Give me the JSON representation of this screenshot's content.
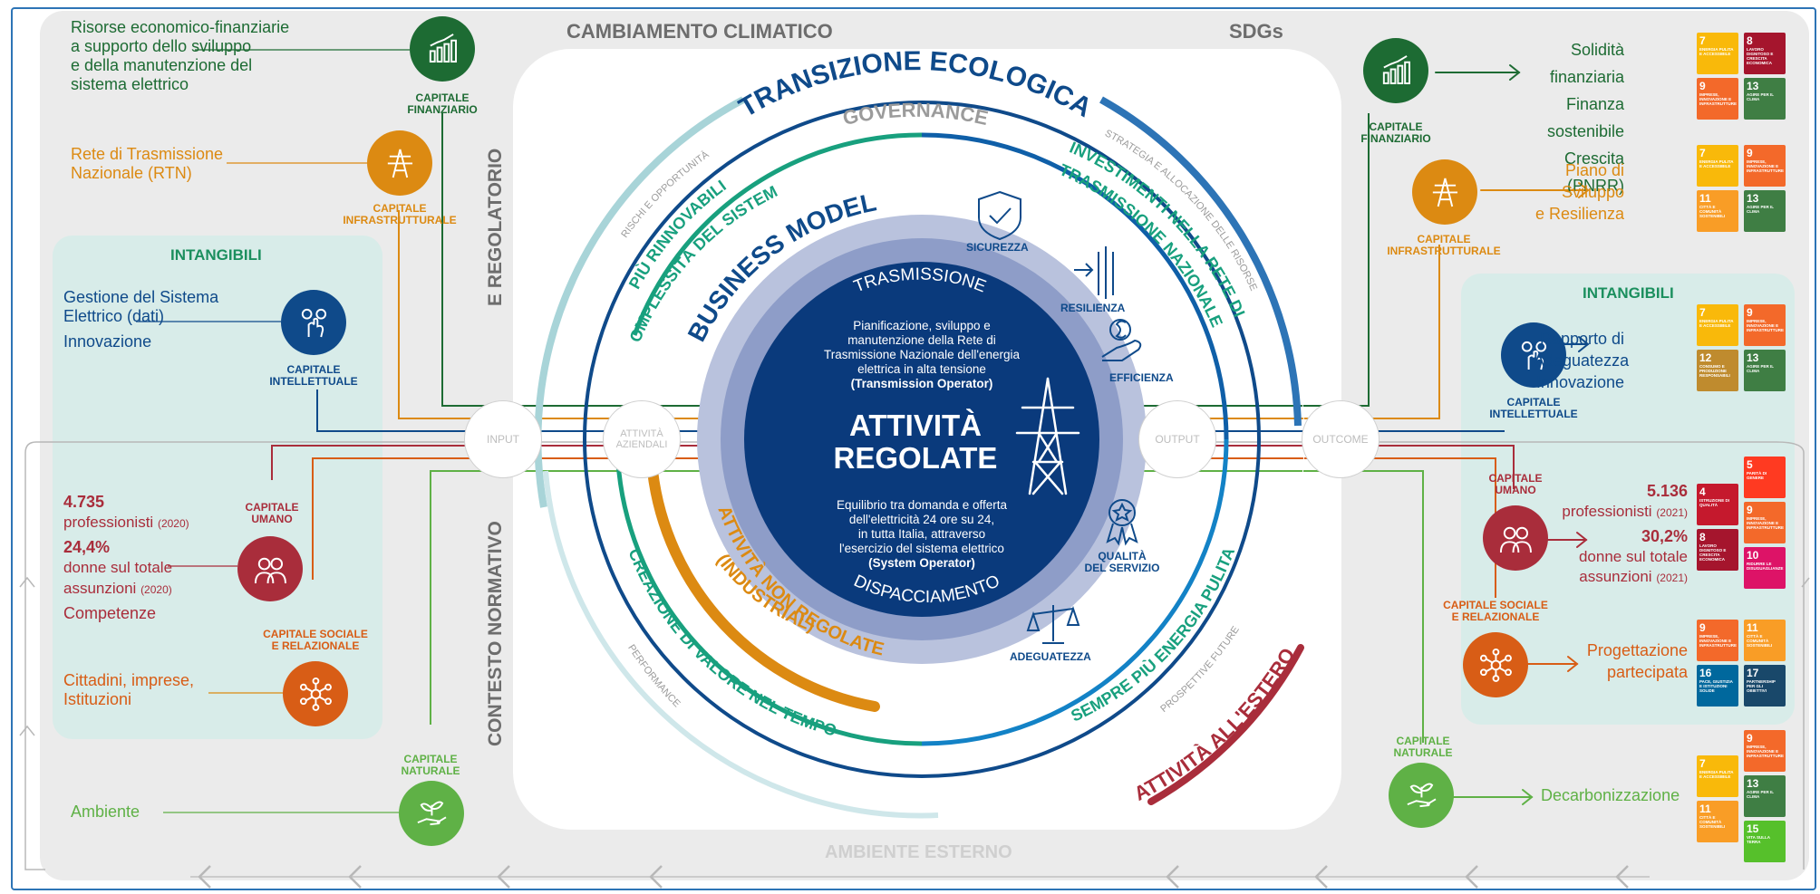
{
  "colors": {
    "finanziario": "#1d6b33",
    "infrastrutturale": "#dc8a12",
    "intellettuale": "#0f4a8a",
    "umano": "#a92d3b",
    "sociale": "#d85d16",
    "naturale": "#5fb146",
    "core": "#0a3a7c",
    "teal": "#18a07e",
    "frame": "#2d74b6"
  },
  "headers": {
    "climate": "CAMBIAMENTO CLIMATICO",
    "sdgs": "SDGs",
    "external": "AMBIENTE ESTERNO",
    "regulatory_top": "E REGOLATORIO",
    "regulatory_bottom": "CONTESTO NORMATIVO",
    "intangibili_left": "INTANGIBILI",
    "intangibili_right": "INTANGIBILI"
  },
  "left": {
    "finanziario": {
      "text": "Risorse economico-finanziarie\na supporto dello sviluppo\ne della manutenzione del\nsistema elettrico",
      "label": "CAPITALE\nFINANZIARIO",
      "icon": "chart-icon"
    },
    "infrastrutturale": {
      "text": "Rete di Trasmissione\nNazionale (RTN)",
      "label": "CAPITALE\nINFRASTRUTTURALE",
      "icon": "pylon-icon"
    },
    "intellettuale": {
      "text1": "Gestione del Sistema\nElettrico (dati)",
      "text2": "Innovazione",
      "label": "CAPITALE\nINTELLETTUALE",
      "icon": "gears-hand-icon"
    },
    "umano": {
      "n1": "4.735",
      "l1": "professionisti",
      "y1": "(2020)",
      "n2": "24,4%",
      "l2": "donne sul totale",
      "l3": "assunzioni",
      "y2": "(2020)",
      "l4": "Competenze",
      "label": "CAPITALE\nUMANO",
      "icon": "people-icon"
    },
    "sociale": {
      "text": "Cittadini, imprese,\nIstituzioni",
      "label": "CAPITALE SOCIALE\nE RELAZIONALE",
      "icon": "network-icon"
    },
    "naturale": {
      "text": "Ambiente",
      "label": "CAPITALE\nNATURALE",
      "icon": "plant-hand-icon"
    }
  },
  "right": {
    "finanziario": {
      "lines": [
        "Solidità finanziaria",
        "Finanza sostenibile",
        "Crescita (PNRR)"
      ],
      "label": "CAPITALE\nFINANZIARIO",
      "icon": "chart-icon"
    },
    "infrastrutturale": {
      "text": "Piano di Sviluppo\ne Resilienza",
      "label": "CAPITALE\nINFRASTRUTTURALE",
      "icon": "pylon-icon"
    },
    "intellettuale": {
      "text": "Rapporto di\nAdeguatezza\nInnovazione",
      "label": "CAPITALE\nINTELLETTUALE",
      "icon": "gears-hand-icon"
    },
    "umano": {
      "n1": "5.136",
      "l1": "professionisti",
      "y1": "(2021)",
      "n2": "30,2%",
      "l2": "donne sul totale",
      "l3": "assunzioni",
      "y2": "(2021)",
      "label": "CAPITALE\nUMANO",
      "icon": "people-icon"
    },
    "sociale": {
      "text": "Progettazione\npartecipata",
      "label": "CAPITALE SOCIALE\nE RELAZIONALE",
      "icon": "network-icon"
    },
    "naturale": {
      "text": "Decarbonizzazione",
      "label": "CAPITALE\nNATURALE",
      "icon": "plant-hand-icon"
    }
  },
  "nodes": {
    "input": "INPUT",
    "attivita": "ATTIVITÀ\nAZIENDALI",
    "output": "OUTPUT",
    "outcome": "OUTCOME"
  },
  "rings": {
    "transizione": "TRANSIZIONE ECOLOGICA",
    "governance": "GOVERNANCE",
    "rischi": "RISCHI E OPPORTUNITÀ",
    "strategia": "STRATEGIA E ALLOCAZIONE DELLE RISORSE",
    "performance": "PERFORMANCE",
    "prospettive": "PROSPETTIVE FUTURE",
    "rinnovabili1": "PIÙ RINNOVABILI",
    "rinnovabili2": "COMPLESSITÀ DEL SISTEMA",
    "investimenti1": "INVESTIMENTI NELLA RETE DI",
    "investimenti2": "TRASMISSIONE NAZIONALE",
    "creazione": "CREAZIONE DI VALORE NEL TEMPO",
    "sempre": "SEMPRE PIÙ ENERGIA PULITA",
    "business": "BUSINESS MODEL",
    "non_regolate1": "ATTIVITÀ NON REGOLATE",
    "non_regolate2": "(INDUSTRIAL)",
    "estero": "ATTIVITÀ ALL'ESTERO",
    "trasmissione": "TRASMISSIONE",
    "dispacciamento": "DISPACCIAMENTO"
  },
  "core": {
    "top_text": "Pianificazione, sviluppo e\nmanutenzione della Rete di\nTrasmissione Nazionale dell'energia\nelettrica in alta tensione",
    "top_bold": "(Transmission Operator)",
    "title": "ATTIVITÀ\nREGOLATE",
    "bottom_text": "Equilibrio tra domanda e offerta\ndell'elettricità 24 ore su 24,\nin tutta Italia, attraverso\nl'esercizio del sistema elettrico",
    "bottom_bold": "(System Operator)"
  },
  "pillars": {
    "sicurezza": "SICUREZZA",
    "resilienza": "RESILIENZA",
    "efficienza": "EFFICIENZA",
    "qualita": "QUALITÀ\nDEL SERVIZIO",
    "adeguatezza": "ADEGUATEZZA"
  },
  "sdg": {
    "c7": "#f9b90a",
    "c8": "#a5152d",
    "c9": "#f3692a",
    "c10": "#dd1367",
    "c11": "#f99d26",
    "c12": "#bf8b2e",
    "c13": "#3f7e44",
    "c15": "#56c02b",
    "c16": "#00689d",
    "c17": "#19486a",
    "c4": "#c5192d",
    "c5": "#ff3a21",
    "t4": "ISTRUZIONE DI QUALITÀ",
    "t5": "PARITÀ DI GENERE",
    "t7": "ENERGIA PULITA E ACCESSIBILE",
    "t8": "LAVORO DIGNITOSO E CRESCITA ECONOMICA",
    "t9": "IMPRESE, INNOVAZIONE E INFRASTRUTTURE",
    "t10": "RIDURRE LE DISUGUAGLIANZE",
    "t11": "CITTÀ E COMUNITÀ SOSTENIBILI",
    "t12": "CONSUMO E PRODUZIONE RESPONSABILI",
    "t13": "AGIRE PER IL CLIMA",
    "t15": "VITA SULLA TERRA",
    "t16": "PACE, GIUSTIZIA E ISTITUZIONI SOLIDE",
    "t17": "PARTNERSHIP PER GLI OBIETTIVI"
  }
}
